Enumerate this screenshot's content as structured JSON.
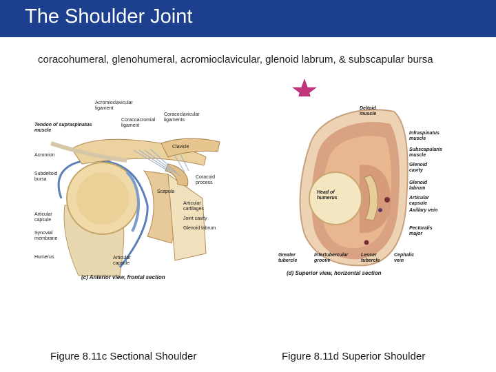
{
  "slide": {
    "title": "The Shoulder Joint",
    "subtitle": "coracohumeral, glenohumeral, acromioclavicular, glenoid labrum,  & subscapular bursa",
    "colors": {
      "title_bar": "#1c3f8e",
      "star": "#c2357e"
    },
    "star_icon": "star-icon"
  },
  "left_figure": {
    "labels": {
      "acromioclavicular_ligament": "Acromioclavicular ligament",
      "coracoclavicular_ligaments": "Coracoclavicular ligaments",
      "tendon_supraspinatus": "Tendon of supraspinatus muscle",
      "coracoacromial_ligament": "Coracoacromial ligament",
      "acromion": "Acromion",
      "clavicle": "Clavicle",
      "subdeltoid_bursa": "Subdeltoid bursa",
      "coracoid_process": "Coracoid process",
      "scapula": "Scapula",
      "articular_capsule": "Articular capsule",
      "articular_cartilages": "Articular cartilages",
      "joint_cavity": "Joint cavity",
      "synovial_membrane": "Synovial membrane",
      "glenoid_labrum": "Glenoid labrum",
      "humerus": "Humerus",
      "articular_capsule_bottom": "Articular capsule"
    },
    "panel_caption": "(c)  Anterior view, frontal section"
  },
  "right_figure": {
    "labels": {
      "deltoid_muscle": "Deltoid muscle",
      "infraspinatus_muscle": "Infraspinatus muscle",
      "subscapularis_muscle": "Subscapularis muscle",
      "glenoid_cavity": "Glenoid cavity",
      "head_of_humerus": "Head of humerus",
      "glenoid_labrum": "Glenoid labrum",
      "articular_capsule": "Articular capsule",
      "axillary_vein": "Axillary vein",
      "pectoralis_major": "Pectoralis major",
      "greater_tubercle": "Greater tubercle",
      "intertubercular_groove": "Intertubercular groove",
      "lesser_tubercle": "Lesser tubercle",
      "cephalic_vein": "Cephalic vein"
    },
    "panel_caption": "(d)  Superior view,  horizontal section"
  },
  "captions": {
    "left": "Figure 8.11c  Sectional Shoulder",
    "right": "Figure 8.11d  Superior Shoulder"
  }
}
